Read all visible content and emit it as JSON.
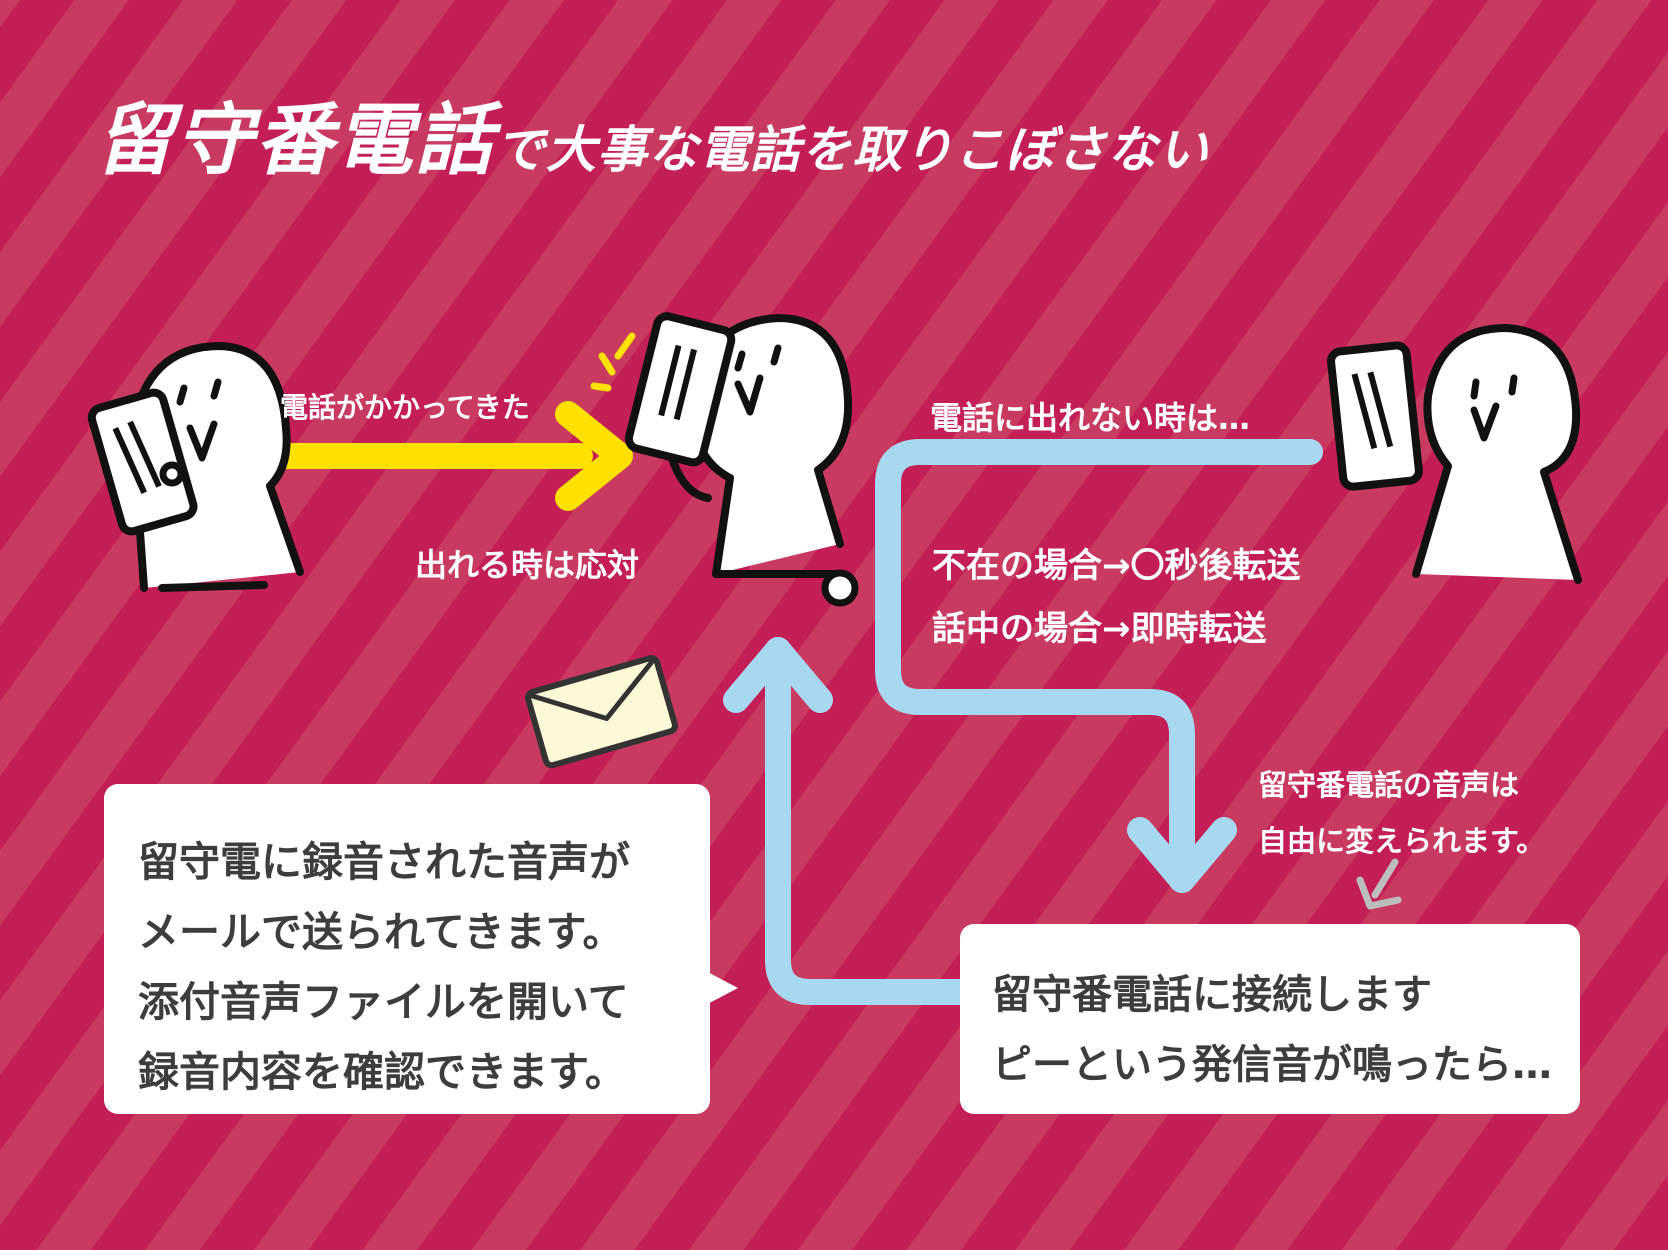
{
  "title": {
    "emphasis": "留守番電話",
    "rest": "で大事な電話を取りこぼさない"
  },
  "flow": {
    "incoming_call": "電話がかかってきた",
    "answer_when_possible": "出れる時は応対",
    "cannot_answer": "電話に出れない時は…",
    "absent_rule": "不在の場合→〇秒後転送",
    "busy_rule": "話中の場合→即時転送",
    "voice_note_line1": "留守番電話の音声は",
    "voice_note_line2": "自由に変えられます。"
  },
  "voicemail_box": {
    "line1": "留守番電話に接続します",
    "line2": "ピーという発信音が鳴ったら…"
  },
  "email_box": {
    "line1": "留守電に録音された音声が",
    "line2": "メールで送られてきます。",
    "line3": "添付音声ファイルを開いて",
    "line4": "録音内容を確認できます。"
  },
  "colors": {
    "background": "#c41e57",
    "stripe": "#c93a61",
    "yellow_arrow": "#ffe100",
    "blue_path": "#a8d8f0",
    "envelope": "#fdf9d6",
    "box_text": "#3d3d3d"
  },
  "icons": [
    "caller-figure-icon",
    "receiver-figure-icon",
    "waiting-caller-figure-icon",
    "smartphone-icon",
    "envelope-icon",
    "ring-lines-icon"
  ]
}
